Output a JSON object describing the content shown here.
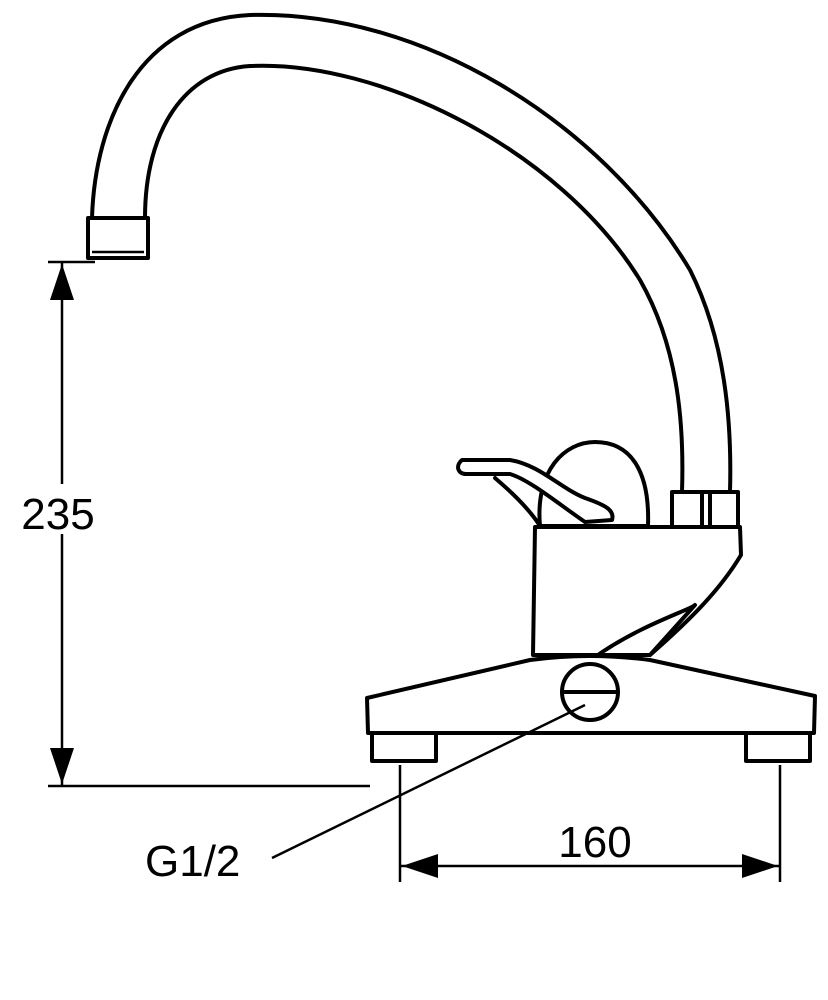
{
  "drawing": {
    "subject": "faucet",
    "dimensions": {
      "height_label": "235",
      "width_label": "160",
      "connection_label": "G1/2"
    },
    "colors": {
      "line": "#000000",
      "background": "#ffffff"
    }
  }
}
